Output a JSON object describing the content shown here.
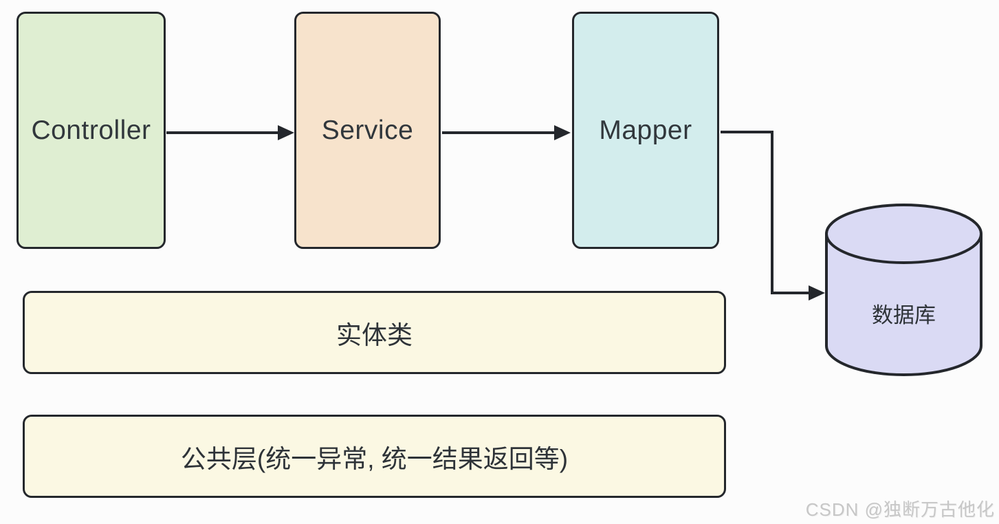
{
  "page": {
    "background_color": "#fcfcfc"
  },
  "diagram": {
    "type": "architecture-flow",
    "stroke_color": "#24272c",
    "text_color": "#31373c",
    "nodes": [
      {
        "id": "controller",
        "label": "Controller",
        "shape": "rounded-rect",
        "fill": "#dfeed2"
      },
      {
        "id": "service",
        "label": "Service",
        "shape": "rounded-rect",
        "fill": "#f7e3cc"
      },
      {
        "id": "mapper",
        "label": "Mapper",
        "shape": "rounded-rect",
        "fill": "#d3eded"
      },
      {
        "id": "entity-layer",
        "label": "实体类",
        "shape": "wide-bar",
        "fill": "#fbf8e3"
      },
      {
        "id": "common-layer",
        "label": "公共层(统一异常, 统一结果返回等)",
        "shape": "wide-bar",
        "fill": "#fbf8e3"
      },
      {
        "id": "database",
        "label": "数据库",
        "shape": "cylinder",
        "fill": "#dadaf4"
      }
    ],
    "edges": [
      {
        "from": "controller",
        "to": "service",
        "style": "straight-arrow"
      },
      {
        "from": "service",
        "to": "mapper",
        "style": "straight-arrow"
      },
      {
        "from": "mapper",
        "to": "database",
        "style": "elbow-arrow"
      }
    ]
  },
  "watermark": {
    "text": "CSDN @独断万古他化",
    "color": "#c7c7c7"
  }
}
